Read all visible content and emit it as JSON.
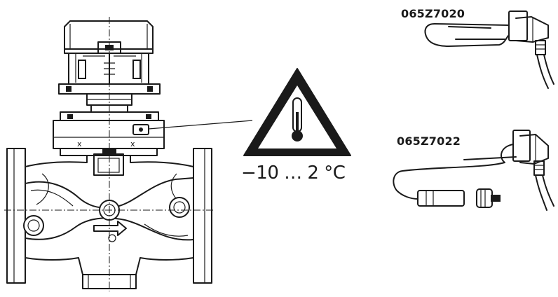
{
  "diagram": {
    "warning_symbol": "thermometer-warning-triangle",
    "temperature_range": "−10 … 2 °C",
    "parts": [
      {
        "code": "065Z7020"
      },
      {
        "code": "065Z7022"
      }
    ]
  }
}
